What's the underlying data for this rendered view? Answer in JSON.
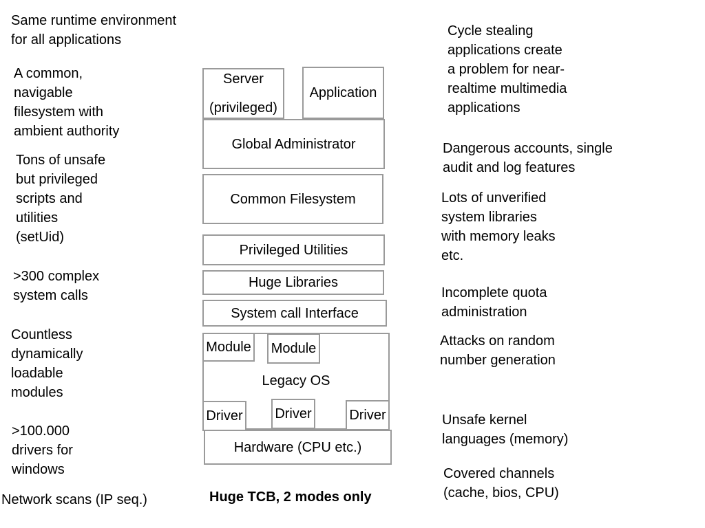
{
  "left_notes": [
    "Same runtime environment\nfor all applications",
    "A common,\nnavigable\nfilesystem with\nambient authority",
    "Tons of unsafe\nbut privileged\nscripts and\nutilities\n(setUid)",
    ">300 complex\nsystem calls",
    "Countless\ndynamically\nloadable\nmodules",
    ">100.000\ndrivers for\nwindows",
    "Network scans (IP seq.)"
  ],
  "right_notes": [
    "Cycle stealing\napplications create\na problem for near-\nrealtime multimedia\napplications",
    "Dangerous accounts, single\naudit and log features",
    "Lots of unverified\nsystem libraries\nwith memory leaks\netc.",
    "Incomplete quota\nadministration",
    "Attacks on random\nnumber generation",
    "Unsafe kernel\nlanguages (memory)",
    "Covered channels\n(cache, bios, CPU)"
  ],
  "stack": {
    "server": "Server\n(privileged)",
    "application": "Application",
    "global_administrator": "Global Administrator",
    "common_filesystem": "Common Filesystem",
    "privileged_utilities": "Privileged Utilities",
    "huge_libraries": "Huge Libraries",
    "system_call_interface": "System call Interface",
    "legacy_os": "Legacy OS",
    "module_1": "Module",
    "module_2": "Module",
    "driver_1": "Driver",
    "driver_2": "Driver",
    "driver_3": "Driver",
    "hardware": "Hardware (CPU etc.)"
  },
  "caption": "Huge TCB, 2 modes only"
}
